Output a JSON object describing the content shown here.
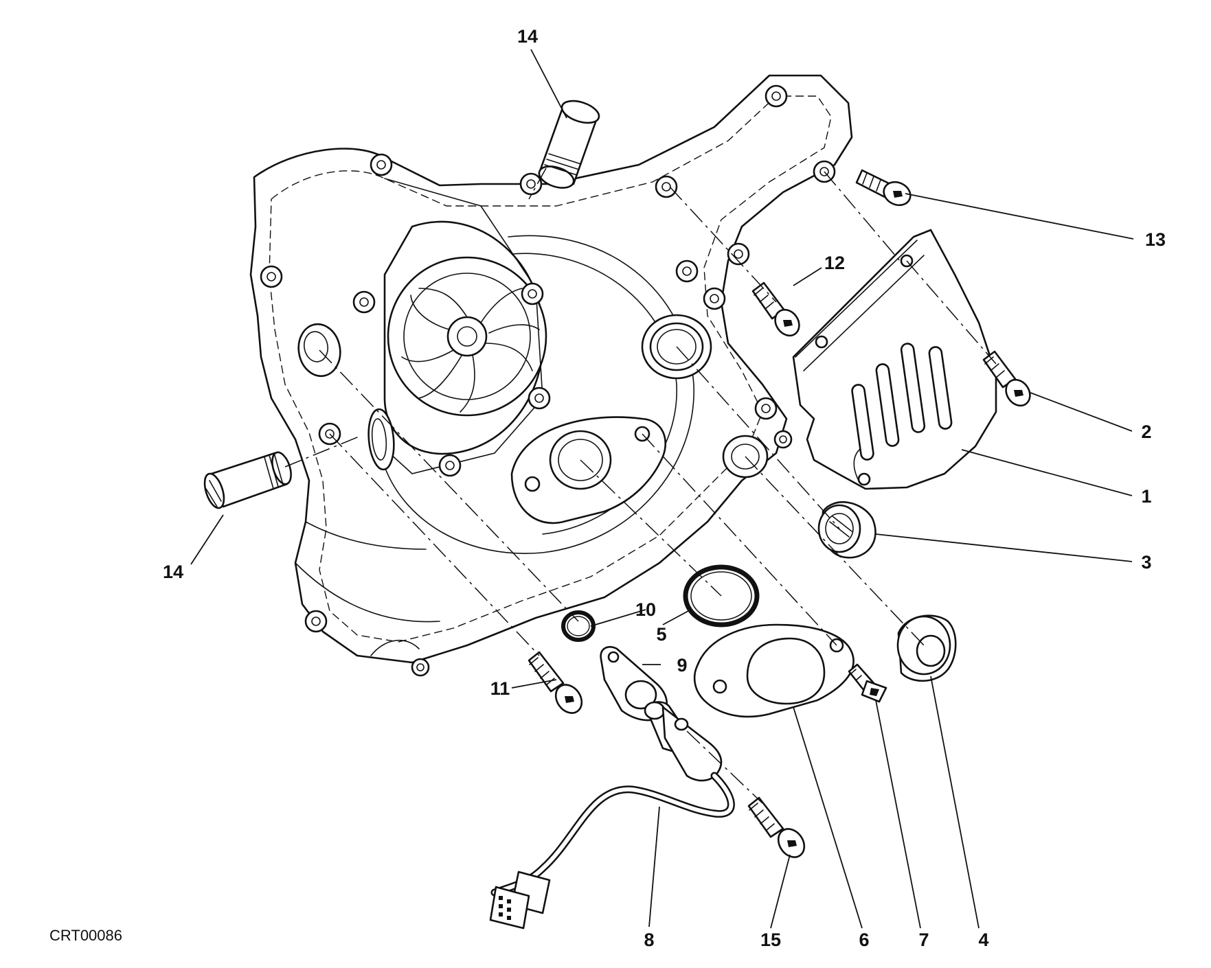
{
  "figure": {
    "reference_code": "CRT00086",
    "callouts": [
      "14",
      "13",
      "12",
      "2",
      "1",
      "3",
      "14",
      "10",
      "5",
      "9",
      "11",
      "8",
      "15",
      "6",
      "7",
      "4"
    ],
    "line_color": "#111111",
    "background": "#ffffff"
  }
}
